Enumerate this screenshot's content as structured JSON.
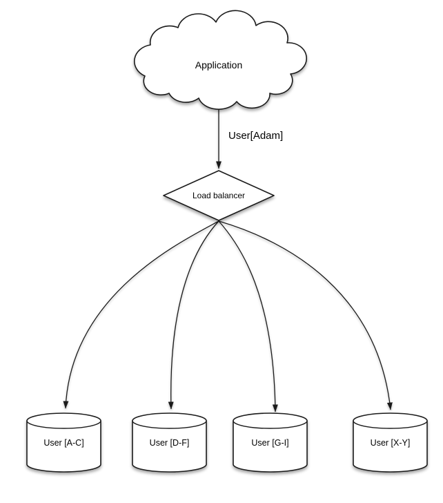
{
  "diagram": {
    "description": "Database sharding diagram: an application cloud routes a user request through a load balancer to one of four user-range database shards",
    "colors": {
      "background": "#ffffff",
      "shape_fill": "#ffffff",
      "stroke": "#1a1a1a",
      "text": "#000000"
    },
    "nodes": {
      "application": {
        "label": "Application",
        "shape": "cloud"
      },
      "load_balancer": {
        "label": "Load balancer",
        "shape": "diamond"
      },
      "shards": [
        {
          "label": "User [A-C]",
          "shape": "cylinder"
        },
        {
          "label": "User [D-F]",
          "shape": "cylinder"
        },
        {
          "label": "User [G-I]",
          "shape": "cylinder"
        },
        {
          "label": "User [X-Y]",
          "shape": "cylinder"
        }
      ]
    },
    "edges": {
      "application_to_load_balancer": {
        "label": "User[Adam]"
      },
      "load_balancer_to_shards_count": "4"
    }
  }
}
